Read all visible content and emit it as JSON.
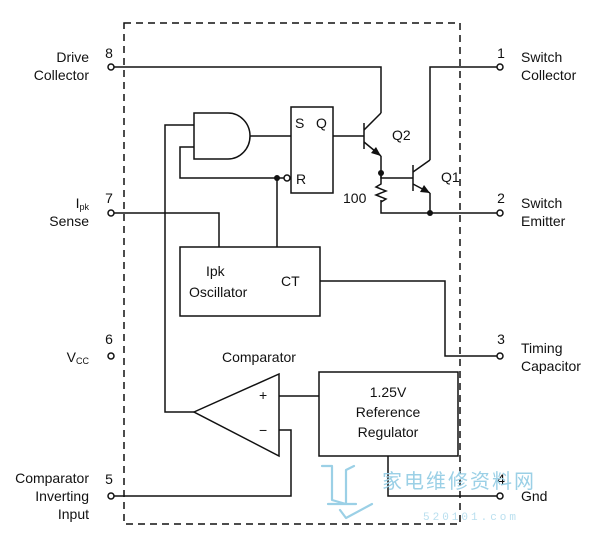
{
  "pins": [
    {
      "number": "8",
      "label_lines": [
        "Drive",
        "Collector"
      ]
    },
    {
      "number": "7",
      "label_main": "I",
      "label_sub": "pk",
      "label_line2": "Sense"
    },
    {
      "number": "6",
      "label_main": "V",
      "label_sub": "CC"
    },
    {
      "number": "5",
      "label_lines": [
        "Comparator",
        "Inverting",
        "Input"
      ]
    },
    {
      "number": "1",
      "label_lines": [
        "Switch",
        "Collector"
      ]
    },
    {
      "number": "2",
      "label_lines": [
        "Switch",
        "Emitter"
      ]
    },
    {
      "number": "3",
      "label_lines": [
        "Timing",
        "Capacitor"
      ]
    },
    {
      "number": "4",
      "label_lines": [
        "Gnd"
      ]
    }
  ],
  "blocks": {
    "latch": {
      "set": "S",
      "q": "Q",
      "reset": "R"
    },
    "oscillator": {
      "line1": "Ipk",
      "line2": "Oscillator",
      "ct": "CT"
    },
    "comparator": {
      "title": "Comparator",
      "plus": "+",
      "minus": "−"
    },
    "reference": {
      "lines": [
        "1.25V",
        "Reference",
        "Regulator"
      ]
    }
  },
  "components": {
    "q1": "Q1",
    "q2": "Q2",
    "resistor": "100"
  },
  "watermark": {
    "text": "家电维修资料网",
    "url": "520101.com"
  },
  "colors": {
    "ink": "#111111",
    "watermark": "#9bd0e6",
    "background": "#ffffff"
  }
}
